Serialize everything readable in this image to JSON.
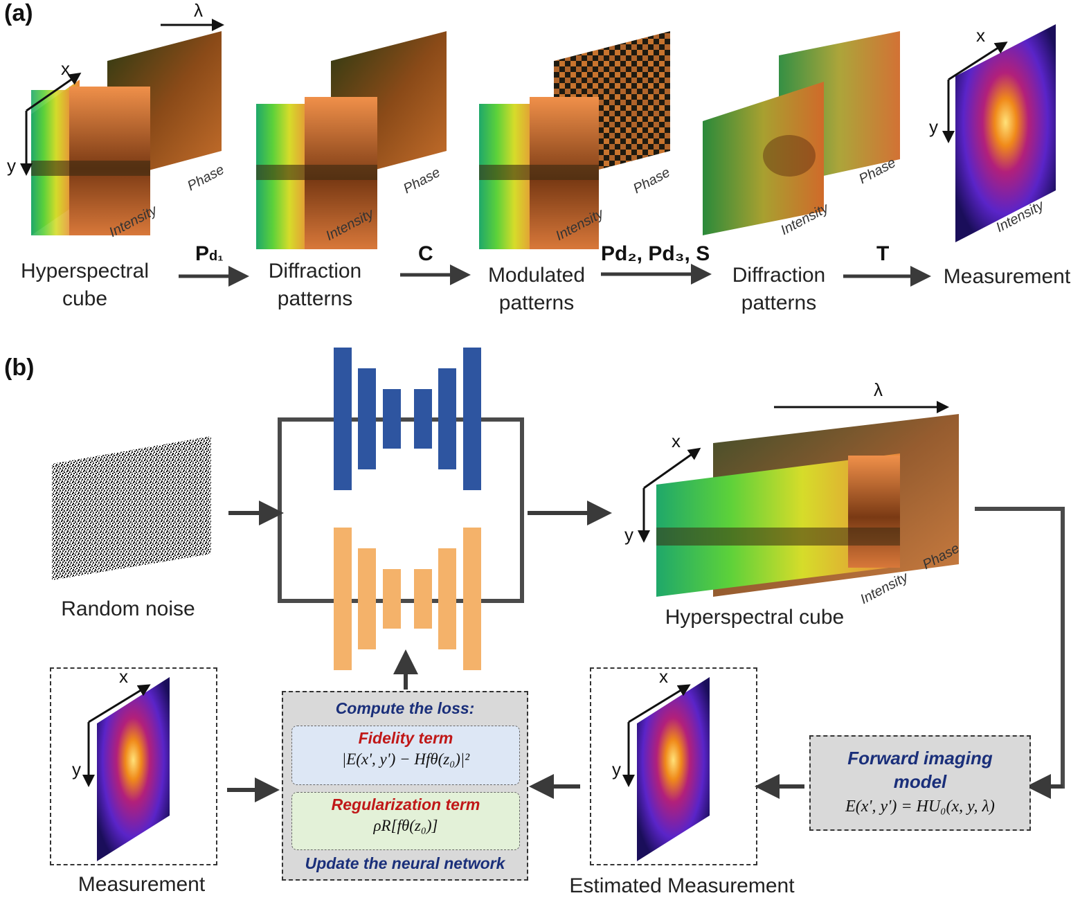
{
  "panels": {
    "a": "(a)",
    "b": "(b)"
  },
  "top_row": {
    "stages": [
      {
        "label_line1": "Hyperspectral",
        "label_line2": "cube"
      },
      {
        "label_line1": "Diffraction",
        "label_line2": "patterns"
      },
      {
        "label_line1": "Modulated",
        "label_line2": "patterns"
      },
      {
        "label_line1": "Diffraction",
        "label_line2": "patterns"
      },
      {
        "label_line1": "Measurement",
        "label_line2": ""
      }
    ],
    "operators": [
      {
        "main": "P",
        "sub": "d₁"
      },
      {
        "main": "C",
        "sub": ""
      },
      {
        "main": "Pd₂, Pd₃, S",
        "sub": ""
      },
      {
        "main": "T",
        "sub": ""
      }
    ],
    "stack_captions": {
      "intensity": "Intensity",
      "phase": "Phase"
    },
    "axes": {
      "x": "x",
      "y": "y",
      "lambda": "λ"
    }
  },
  "bottom_row": {
    "random_noise": "Random noise",
    "hyperspectral_cube": "Hyperspectral cube",
    "measurement": "Measurement",
    "estimated_measurement": "Estimated Measurement",
    "loss_box": {
      "title": "Compute the loss:",
      "fidelity_title": "Fidelity term",
      "fidelity_eq": "|E(x', y') − Hfθ(z₀)|²",
      "regularization_title": "Regularization term",
      "regularization_eq": "ρR[fθ(z₀)]",
      "footer": "Update the neural network"
    },
    "forward_box": {
      "title_line1": "Forward imaging",
      "title_line2": "model",
      "eq": "E(x', y') = HU₀(x, y, λ)"
    }
  },
  "colors": {
    "network_top": "#2e55a0",
    "network_bottom": "#f4b26a",
    "arrow": "#3a3a3a",
    "box_fill": "#d9d9d9",
    "title_blue": "#1a2f7a",
    "term_red": "#c01818",
    "fidelity_bg": "#dde7f5",
    "regularization_bg": "#e3f1d8"
  }
}
